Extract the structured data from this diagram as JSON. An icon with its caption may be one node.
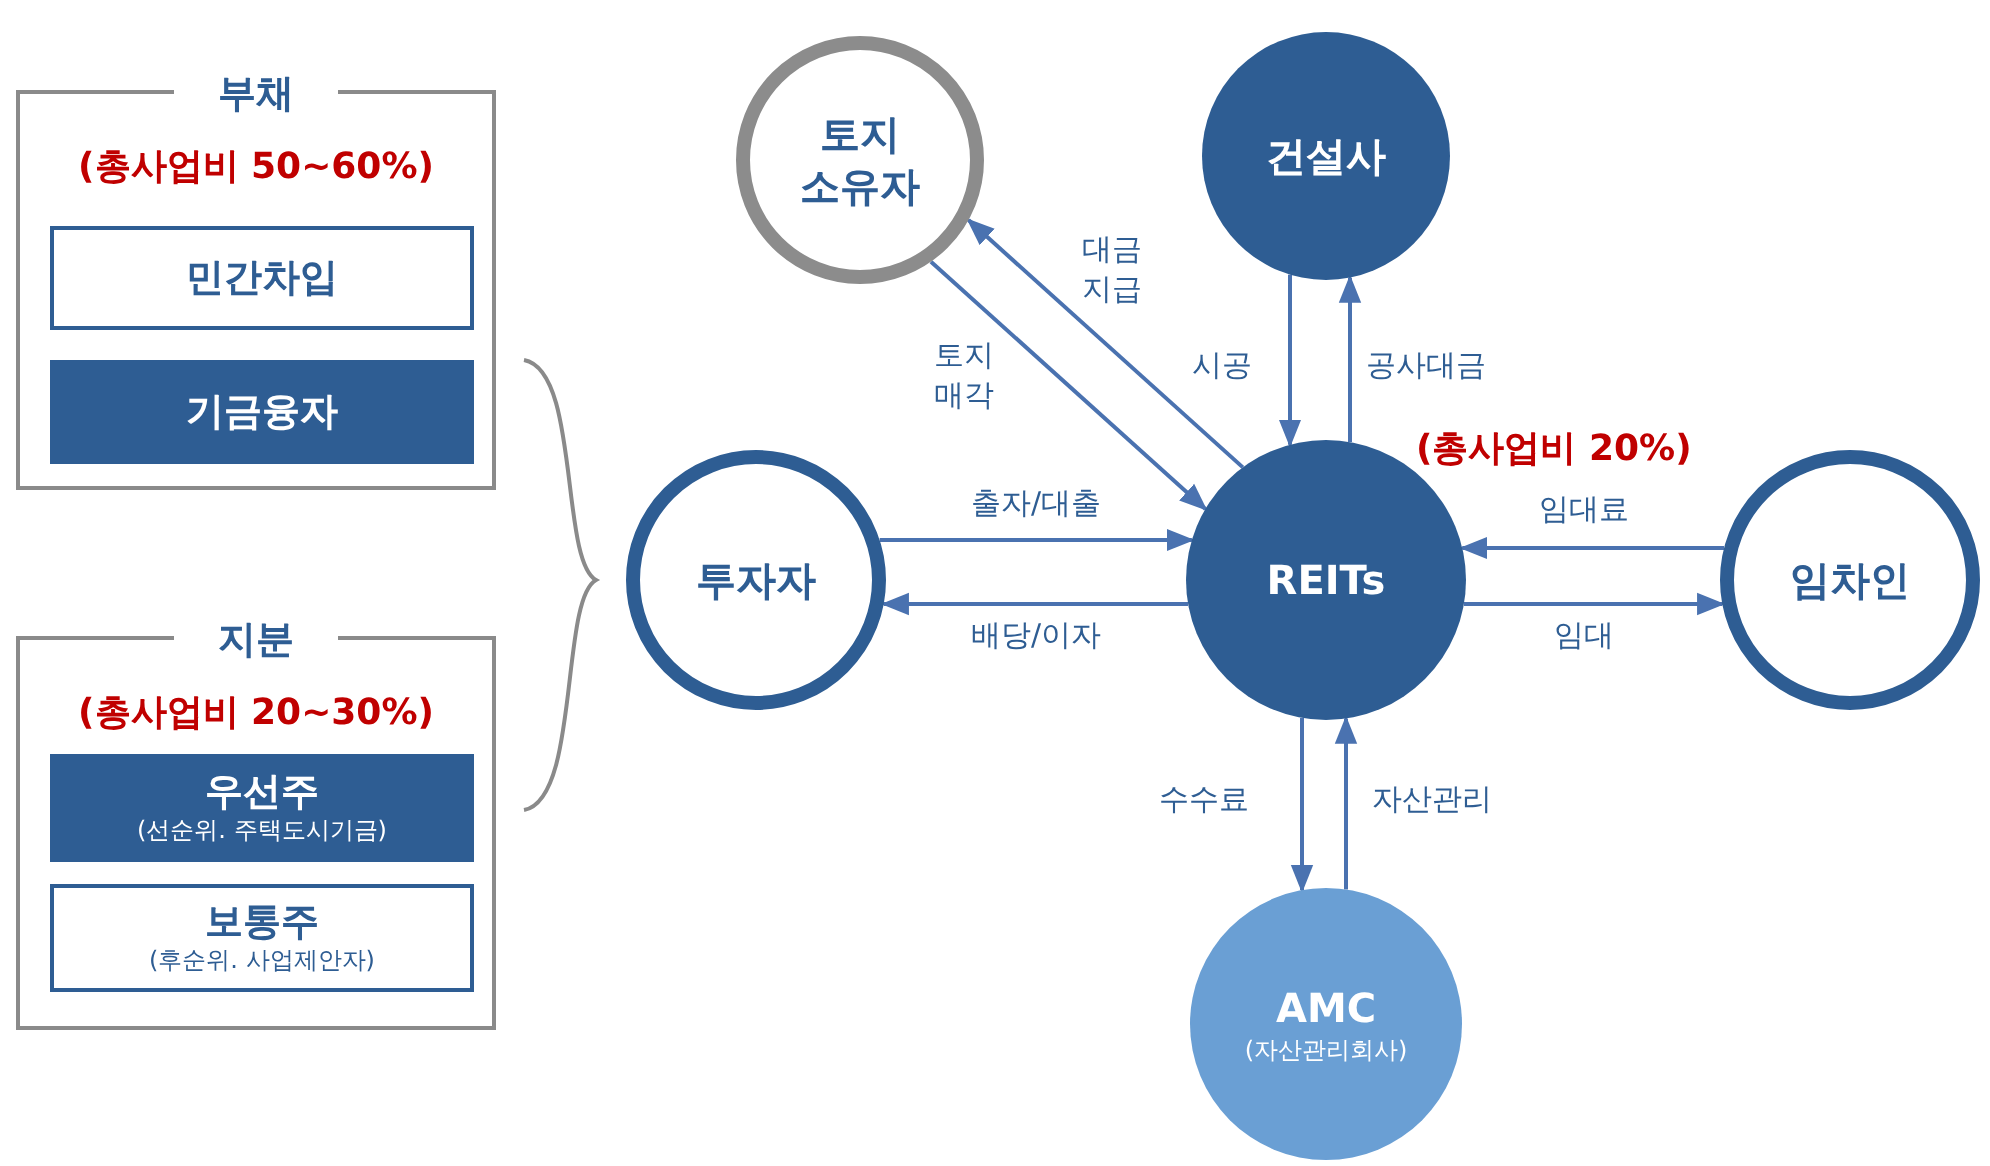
{
  "diagram": {
    "nodes": [
      {
        "text": [
          "부채",
          "(총사업비 50~60%)"
        ]
      },
      {
        "text": [
          "민간차입"
        ],
        "in": 0
      },
      {
        "text": [
          "기금융자"
        ],
        "in": 0
      },
      {
        "text": [
          "지분",
          "(총사업비 20~30%)"
        ]
      },
      {
        "text": [
          "우선주",
          "(선순위. 주택도시기금)"
        ],
        "in": 3
      },
      {
        "text": [
          "보통주",
          "(후순위. 사업제안자)"
        ],
        "in": 3
      },
      {
        "text": [
          "토지 소유자"
        ]
      },
      {
        "text": [
          "건설사"
        ]
      },
      {
        "text": [
          "투자자"
        ]
      },
      {
        "text": [
          "REITs"
        ]
      },
      {
        "text": [
          "임차인"
        ]
      },
      {
        "text": [
          "AMC",
          "(자산관리회사)"
        ]
      }
    ],
    "edges": [
      {
        "from": 9,
        "to": 6,
        "arrow": "to",
        "label": "대금 지급"
      },
      {
        "from": 6,
        "to": 9,
        "arrow": "to",
        "label": "토지 매각"
      },
      {
        "from": 7,
        "to": 9,
        "arrow": "to",
        "label": "시공"
      },
      {
        "from": 9,
        "to": 7,
        "arrow": "to",
        "label": "공사대금"
      },
      {
        "from": 8,
        "to": 9,
        "arrow": "to",
        "label": "출자/대출"
      },
      {
        "from": 9,
        "to": 8,
        "arrow": "to",
        "label": "배당/이자"
      },
      {
        "from": 10,
        "to": 9,
        "arrow": "to",
        "label": "임대료"
      },
      {
        "from": 9,
        "to": 10,
        "arrow": "to",
        "label": "임대"
      },
      {
        "from": 9,
        "to": 11,
        "arrow": "to",
        "label": "수수료"
      },
      {
        "from": 11,
        "to": 9,
        "arrow": "to",
        "label": "자산관리"
      }
    ],
    "labels": [
      "(총사업비 20%)"
    ]
  }
}
